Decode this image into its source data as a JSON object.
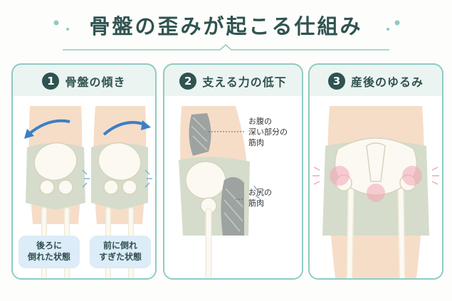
{
  "title": "骨盤の歪みが起こる仕組み",
  "panels": [
    {
      "number": "1",
      "title": "骨盤の傾き",
      "captions": [
        {
          "line1": "後ろに",
          "line2": "倒れた状態"
        },
        {
          "line1": "前に倒れ",
          "line2": "すぎた状態"
        }
      ]
    },
    {
      "number": "2",
      "title": "支える力の低下",
      "labels": [
        {
          "line1": "お腹の",
          "line2": "深い部分の",
          "line3": "筋肉"
        },
        {
          "line1": "お尻の",
          "line2": "筋肉"
        }
      ]
    },
    {
      "number": "3",
      "title": "産後のゆるみ"
    }
  ],
  "colors": {
    "teal_border": "#8ecbc3",
    "heading": "#2f5350",
    "skin": "#f6ddc8",
    "shorts": "#d5dccb",
    "bone": "#f8f6ec",
    "arrow_blue": "#3b7fc4",
    "highlight_pink": "#f4a4b4",
    "caption_bg": "#dcecf8"
  }
}
